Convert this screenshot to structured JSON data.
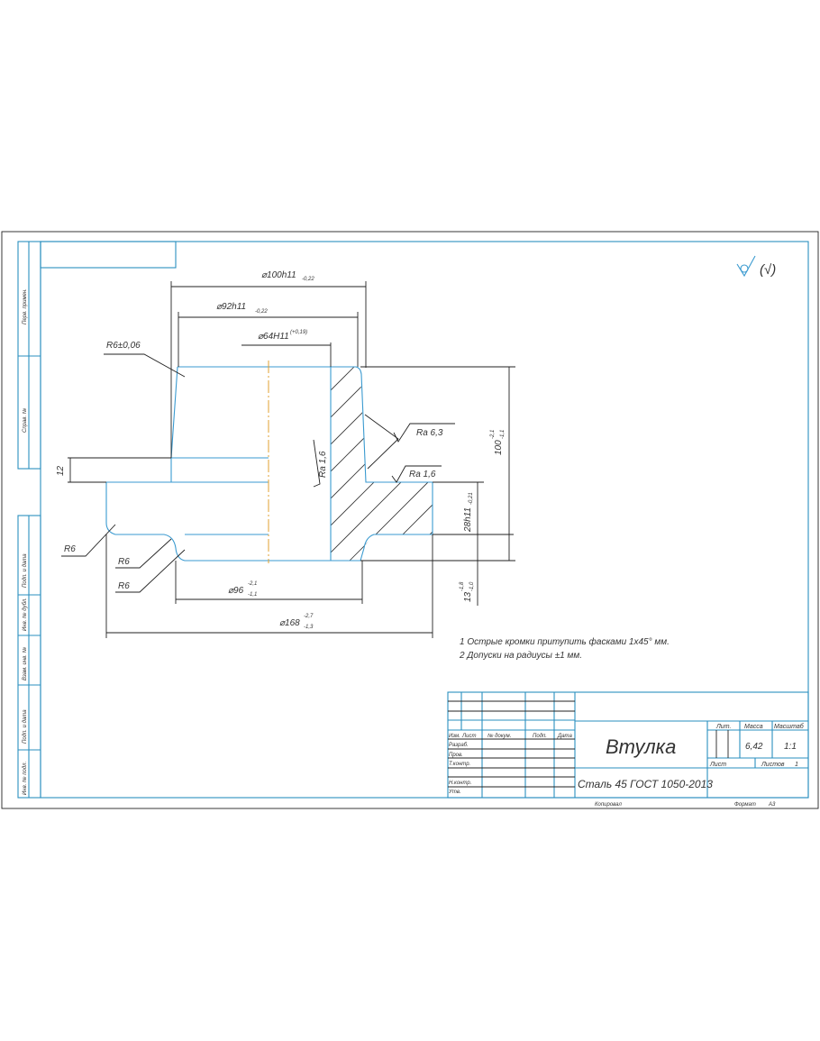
{
  "drawing": {
    "title": "Втулка",
    "material": "Сталь 45 ГОСТ 1050-2013",
    "mass": "6,42",
    "scale": "1:1",
    "sheets_label": "Листов",
    "sheets_value": "1",
    "sheet_label": "Лист",
    "lit_label": "Лит.",
    "mass_label": "Масса",
    "scale_label": "Масштаб",
    "copied_label": "Копировал",
    "format_label": "Формат",
    "format_value": "A3",
    "surface_roughness_symbol": "(√)"
  },
  "title_block_headers": {
    "izm": "Изм.",
    "list": "Лист",
    "doc": "№ докум.",
    "sign": "Подп.",
    "date": "Дата",
    "razrab": "Разраб.",
    "prov": "Пров.",
    "tkontr": "Т.контр.",
    "nkontr": "Н.контр.",
    "utv": "Утв."
  },
  "side_column": [
    "Перв. примен.",
    "Справ. №",
    "Подп. и дата",
    "Инв. № дубл.",
    "Взам. инв. №",
    "Подп. и дата",
    "Инв. № подл."
  ],
  "dimensions": {
    "d100": "⌀100h11",
    "d100_tol": "-0,22",
    "d92": "⌀92h11",
    "d92_tol": "-0,22",
    "d64": "⌀64H11",
    "d64_tol": "(+0,19)",
    "r6_tol": "R6±0,06",
    "h100": "100",
    "h100_tol_up": "-2,1",
    "h100_tol_low": "-1,1",
    "h28": "28h11",
    "h28_tol": "-0,21",
    "h13": "13",
    "h13_tol_up": "-1,8",
    "h13_tol_low": "-1,0",
    "h12": "12",
    "d96": "⌀96",
    "d96_tol_up": "-2,1",
    "d96_tol_low": "-1,1",
    "d168": "⌀168",
    "d168_tol_up": "-2,7",
    "d168_tol_low": "-1,3",
    "r6_a": "R6",
    "r6_b": "R6",
    "r6_c": "R6",
    "ra63": "Ra 6,3",
    "ra16_a": "Ra 1,6",
    "ra16_b": "Ra 1,6"
  },
  "notes": [
    "1  Острые кромки притупить фасками 1х45° мм.",
    "2  Допуски на радиусы ±1 мм."
  ]
}
